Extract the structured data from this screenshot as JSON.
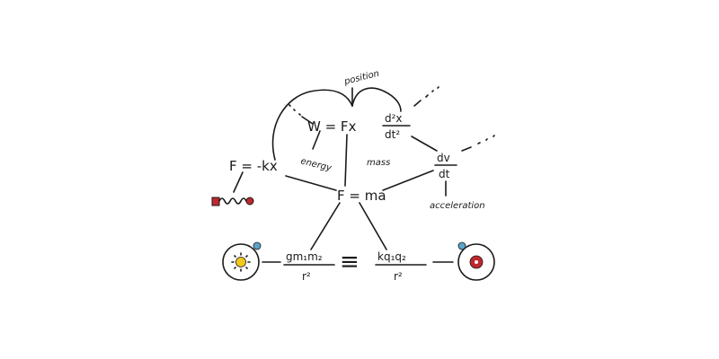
{
  "diagram": {
    "center": "F = ma",
    "nodes": {
      "work": "W = Fx",
      "hooke": "F = -kx",
      "second_derivative_num": "d²x",
      "second_derivative_den": "dt²",
      "velocity_derivative_num": "dv",
      "velocity_derivative_den": "dt",
      "gravity_num": "gm₁m₂",
      "gravity_den": "r²",
      "equivalence": "≡",
      "coulomb_num": "kq₁q₂",
      "coulomb_den": "r²"
    },
    "labels": {
      "position": "position",
      "energy": "energy",
      "mass": "mass",
      "acceleration": "acceleration"
    },
    "colors": {
      "ink": "#1a1a1a",
      "spring_red": "#c0282f",
      "sun_yellow": "#f2c81c",
      "planet_blue": "#5aa5c9",
      "nucleus_red": "#c0282f"
    },
    "icons": [
      "spring-icon",
      "planet-orbit-icon",
      "atom-icon"
    ]
  }
}
